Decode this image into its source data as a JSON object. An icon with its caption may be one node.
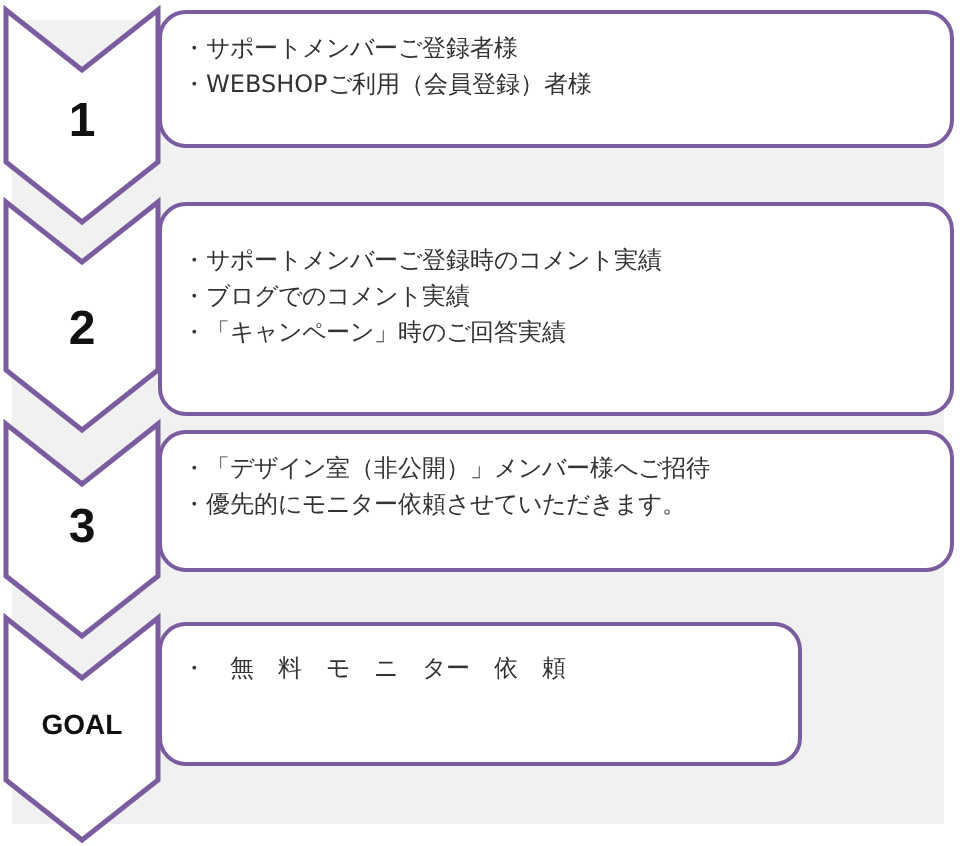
{
  "diagram": {
    "nodes": [
      {
        "text": [
          "1"
        ]
      },
      {
        "text": [
          "・サポートメンバーご登録者様",
          "・WEBSHOPご利用（会員登録）者様"
        ]
      },
      {
        "text": [
          "2"
        ]
      },
      {
        "text": [
          "・サポートメンバーご登録時のコメント実績",
          "・ブログでのコメント実績",
          "・「キャンペーン」時のご回答実績"
        ]
      },
      {
        "text": [
          "3"
        ]
      },
      {
        "text": [
          "・「デザイン室（非公開）」メンバー様へご招待",
          "・優先的にモニター依頼させていただきます。"
        ]
      },
      {
        "text": [
          "GOAL"
        ]
      },
      {
        "text": [
          "・　無　料　モ　ニ　ター　依　頼"
        ]
      }
    ]
  }
}
